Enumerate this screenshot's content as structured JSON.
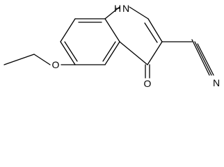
{
  "molecule": {
    "atoms": {
      "nh": "H",
      "n1": "N",
      "o_ether": "O",
      "o_keto": "O",
      "n_nitrile": "N"
    },
    "colors": {
      "bond": "#000000",
      "label": "#000000",
      "background": "#ffffff"
    }
  }
}
